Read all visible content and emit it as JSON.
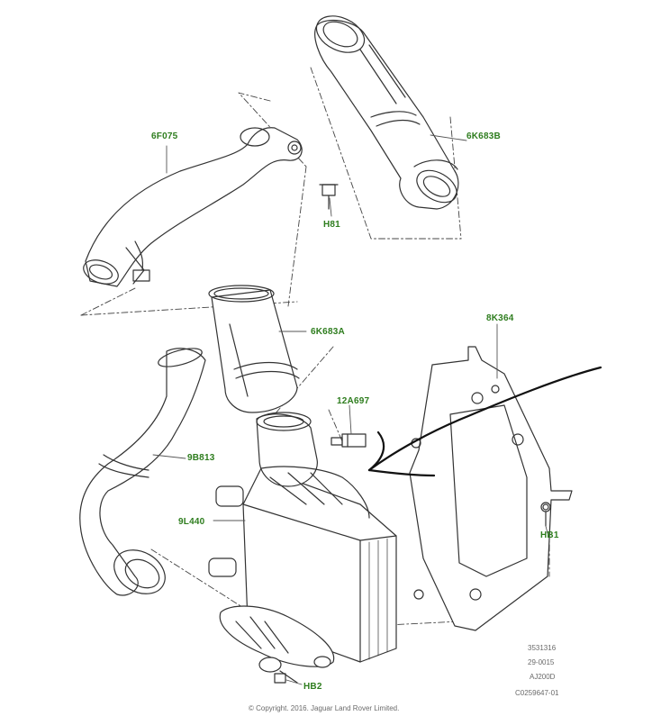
{
  "labels": {
    "p6F075": "6F075",
    "p6K683B": "6K683B",
    "pH81": "H81",
    "p6K683A": "6K683A",
    "p8K364": "8K364",
    "p12A697": "12A697",
    "p9B813": "9B813",
    "p9L440": "9L440",
    "pHB1": "HB1",
    "pHB2": "HB2"
  },
  "meta": {
    "line1": "3531316",
    "line2": "29-0015",
    "line3": "AJ200D",
    "line4": "C0259647-01"
  },
  "copyright": "© Copyright. 2016. Jaguar Land Rover Limited."
}
